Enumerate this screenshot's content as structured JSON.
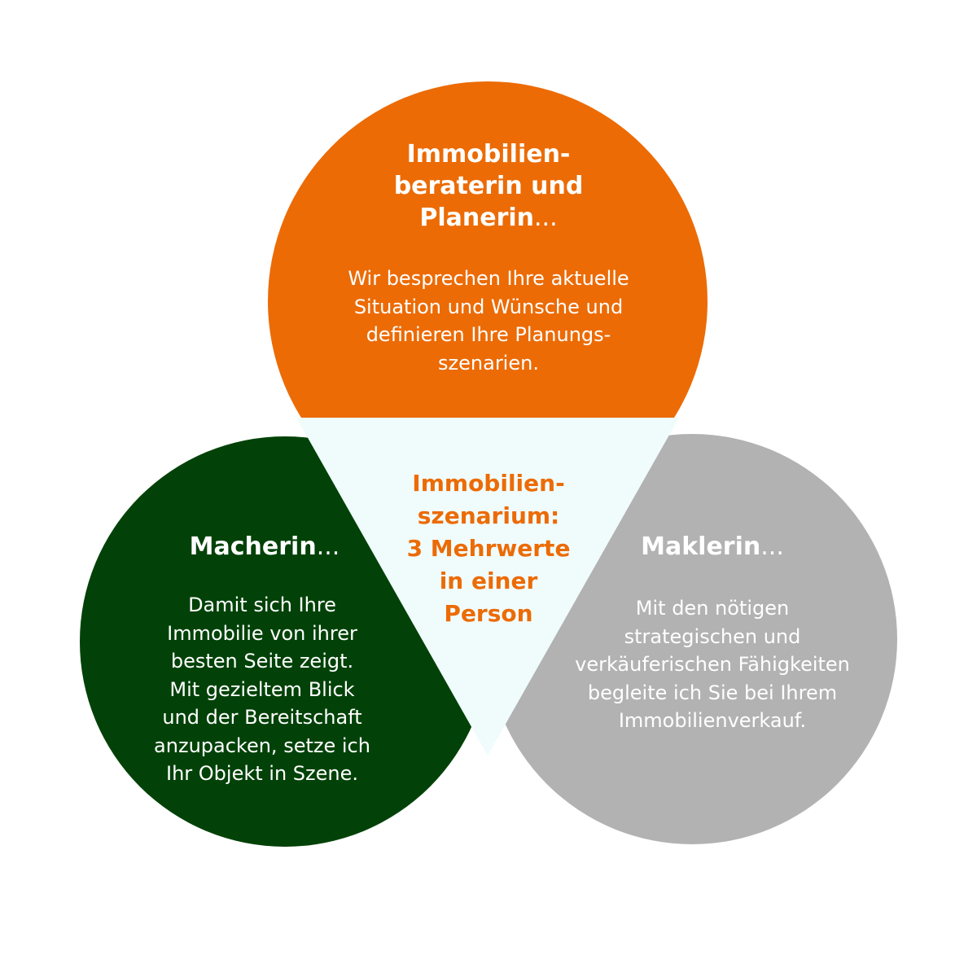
{
  "colors": {
    "top_circle": "#ec6b05",
    "left_circle": "#024208",
    "right_circle": "#b2b2b2",
    "center_triangle": "#f0fcfc",
    "center_text": "#ec6b05",
    "circle_text": "#ffffff"
  },
  "top": {
    "title": "Immobilien-\nberaterin und\nPlanerin",
    "ellipsis": "...",
    "body": "Wir besprechen Ihre aktuelle\nSituation und Wünsche und\ndefinieren Ihre Planungs-\nszenarien."
  },
  "left": {
    "title": "Macherin",
    "ellipsis": "...",
    "body": "Damit sich Ihre\nImmobilie von ihrer\nbesten Seite zeigt.\nMit gezieltem Blick\nund der Bereitschaft\nanzupacken, setze ich\nIhr Objekt in Szene."
  },
  "right": {
    "title": "Maklerin",
    "ellipsis": "...",
    "body": "Mit den nötigen\nstrategischen und\nverkäuferischen Fähigkeiten\nbegleite ich Sie bei Ihrem\nImmobilienverkauf."
  },
  "center": {
    "title": "Immobilien-\nszenarium:\n3 Mehrwerte\nin einer\nPerson"
  }
}
